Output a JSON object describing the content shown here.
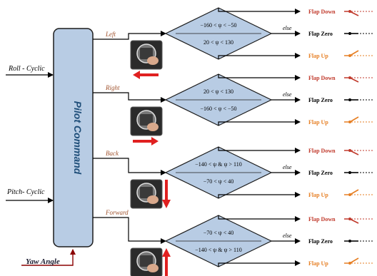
{
  "inputs": {
    "roll": "Roll - Cyclic",
    "pitch": "Pitch- Cyclic",
    "yaw": "Yaw Angle"
  },
  "pilot_block": "Pilot Command",
  "branches": [
    {
      "direction": "Left",
      "upper": "−160 < ψ < −50",
      "lower": "20 < ψ < 130",
      "else": "else",
      "arrow": "left"
    },
    {
      "direction": "Right",
      "upper": "20 < ψ < 130",
      "lower": "−160 < ψ < −50",
      "else": "else",
      "arrow": "right"
    },
    {
      "direction": "Back",
      "upper": "−140 < ψ & ψ > 110",
      "lower": "−70 < ψ < 40",
      "else": "else",
      "arrow": "down"
    },
    {
      "direction": "Forward",
      "upper": "−70 < ψ < 40",
      "lower": "−140 < ψ & ψ > 110",
      "else": "else",
      "arrow": "up"
    }
  ],
  "outputs": {
    "flap_down": "Flap Down",
    "flap_zero": "Flap Zero",
    "flap_up": "Flap Up"
  },
  "colors": {
    "block_fill": "#b8cce4",
    "block_stroke": "#1c1c1c",
    "diamond_fill": "#b8cce4",
    "flap_down": "#c0392b",
    "flap_zero": "#000000",
    "flap_up": "#e67e22",
    "arrow_red": "#e02020",
    "direction_label": "#a0522d"
  }
}
